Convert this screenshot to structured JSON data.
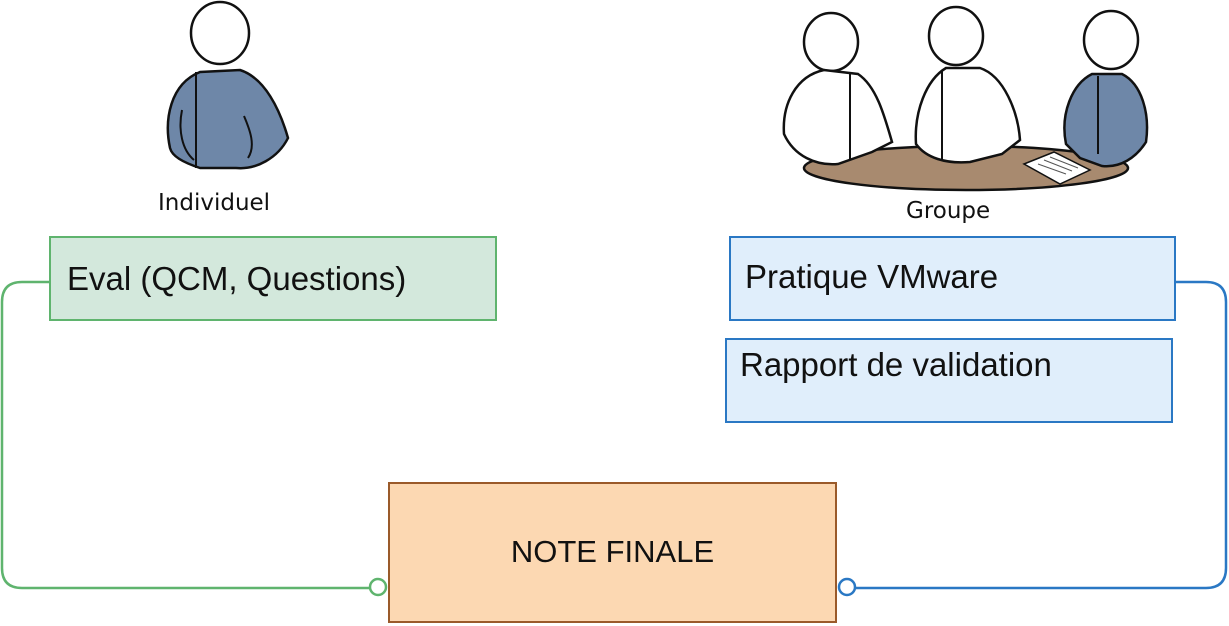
{
  "figures": {
    "individual": {
      "caption": "Individuel"
    },
    "group": {
      "caption": "Groupe"
    }
  },
  "boxes": {
    "eval": "Eval (QCM, Questions)",
    "pratique": "Pratique VMware",
    "rapport": "Rapport de validation",
    "note": "NOTE FINALE"
  },
  "colors": {
    "green_line": "#5fb46e",
    "blue_line": "#2a78c4",
    "figure_blue": "#6e87a8",
    "table_brown": "#a88a6f",
    "note_fill": "#fcd8b2"
  }
}
